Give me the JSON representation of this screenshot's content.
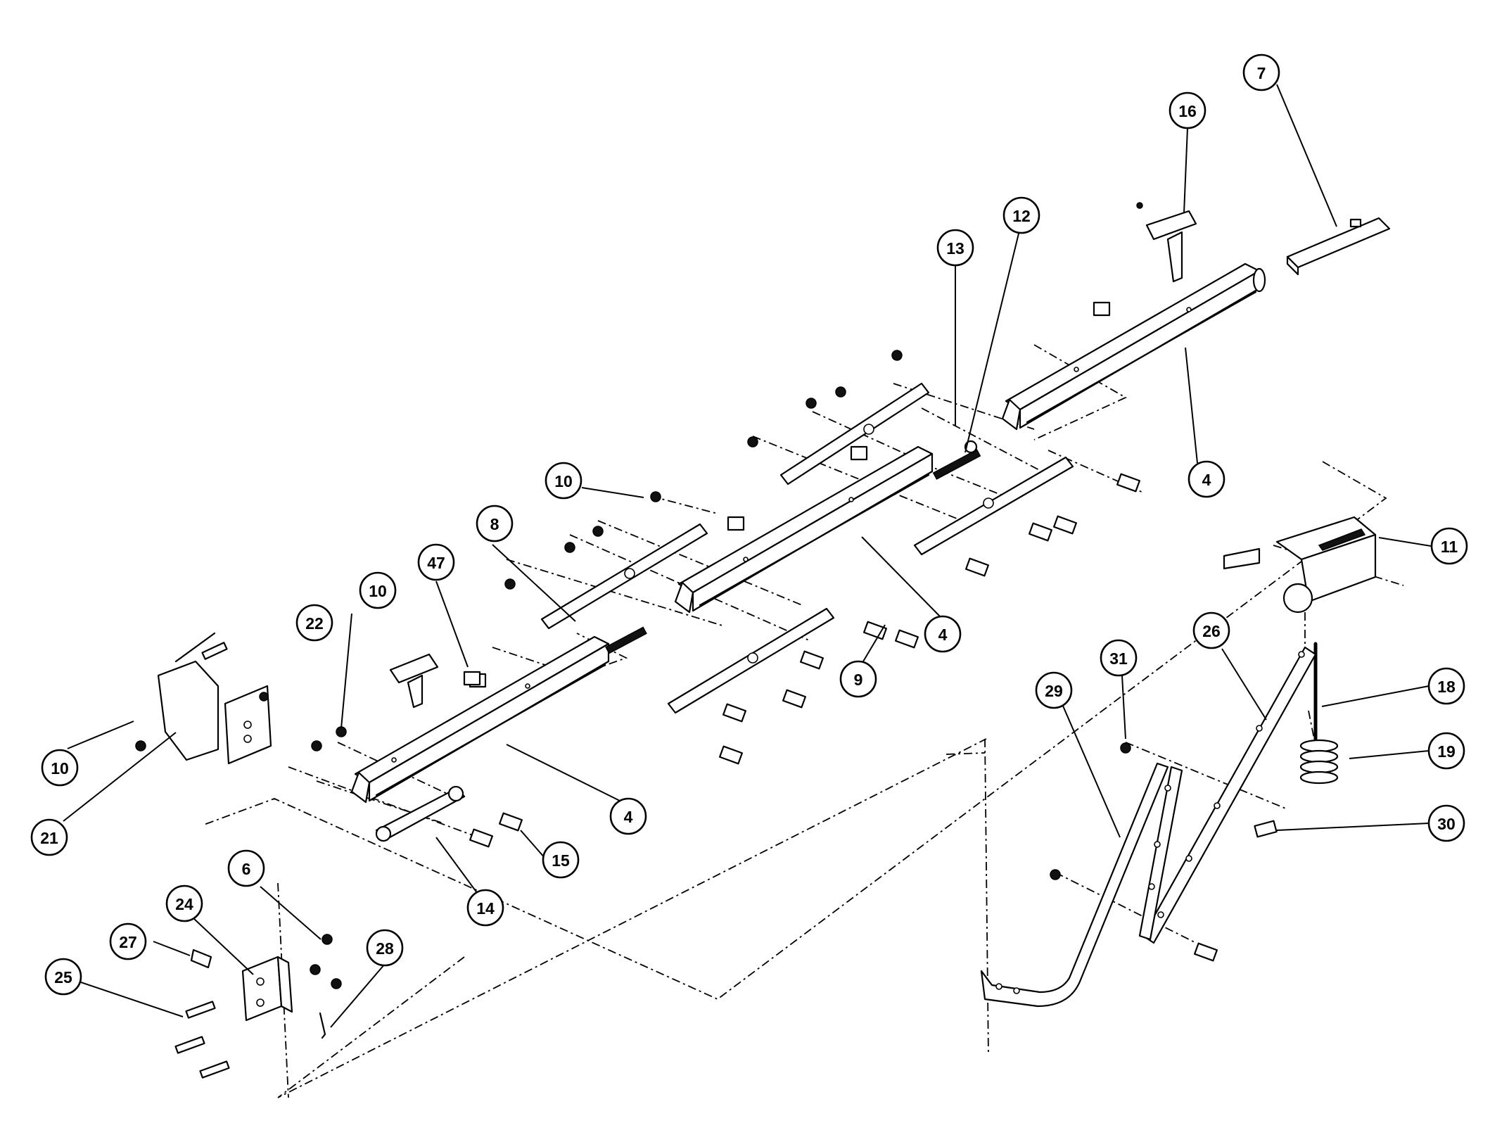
{
  "callouts": {
    "c7": "7",
    "c16": "16",
    "c12": "12",
    "c13": "13",
    "c4a": "4",
    "c4b": "4",
    "c4c": "4",
    "c10a": "10",
    "c10b": "10",
    "c10c": "10",
    "c8": "8",
    "c47": "47",
    "c22": "22",
    "c21": "21",
    "c11": "11",
    "c9": "9",
    "c26": "26",
    "c31": "31",
    "c29": "29",
    "c18": "18",
    "c19": "19",
    "c30": "30",
    "c15": "15",
    "c14": "14",
    "c6": "6",
    "c24": "24",
    "c27": "27",
    "c25": "25",
    "c28": "28"
  }
}
